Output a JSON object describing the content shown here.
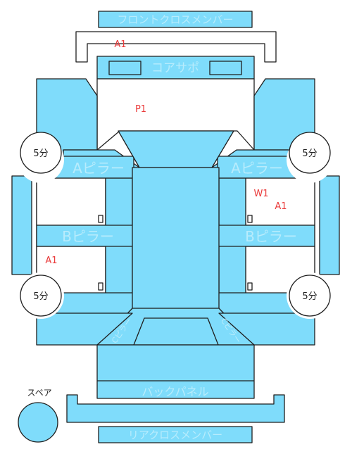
{
  "parts": {
    "front_cross_member": "フロントクロスメンバー",
    "core_support": "コアサポ",
    "a_pillar_left": "Aピラー",
    "a_pillar_right": "Aピラー",
    "b_pillar_left": "Bピラー",
    "b_pillar_right": "Bピラー",
    "c_pillar_left": "Cピラー",
    "c_pillar_right": "Cピラー",
    "back_panel": "バックパネル",
    "rear_cross_member": "リアクロスメンバー"
  },
  "marks": {
    "front_a1": "A1",
    "front_p1": "P1",
    "right_w1": "W1",
    "right_a1": "A1",
    "left_a1": "A1"
  },
  "wheels": {
    "front_left": "5分",
    "front_right": "5分",
    "rear_left": "5分",
    "rear_right": "5分"
  },
  "spare": {
    "label": "スペア"
  },
  "colors": {
    "panel_fill": "#7fdcfb",
    "panel_stroke": "#1f1f1f",
    "panel_text": "#b8ecfc",
    "mark_red": "#ea3b3b"
  }
}
